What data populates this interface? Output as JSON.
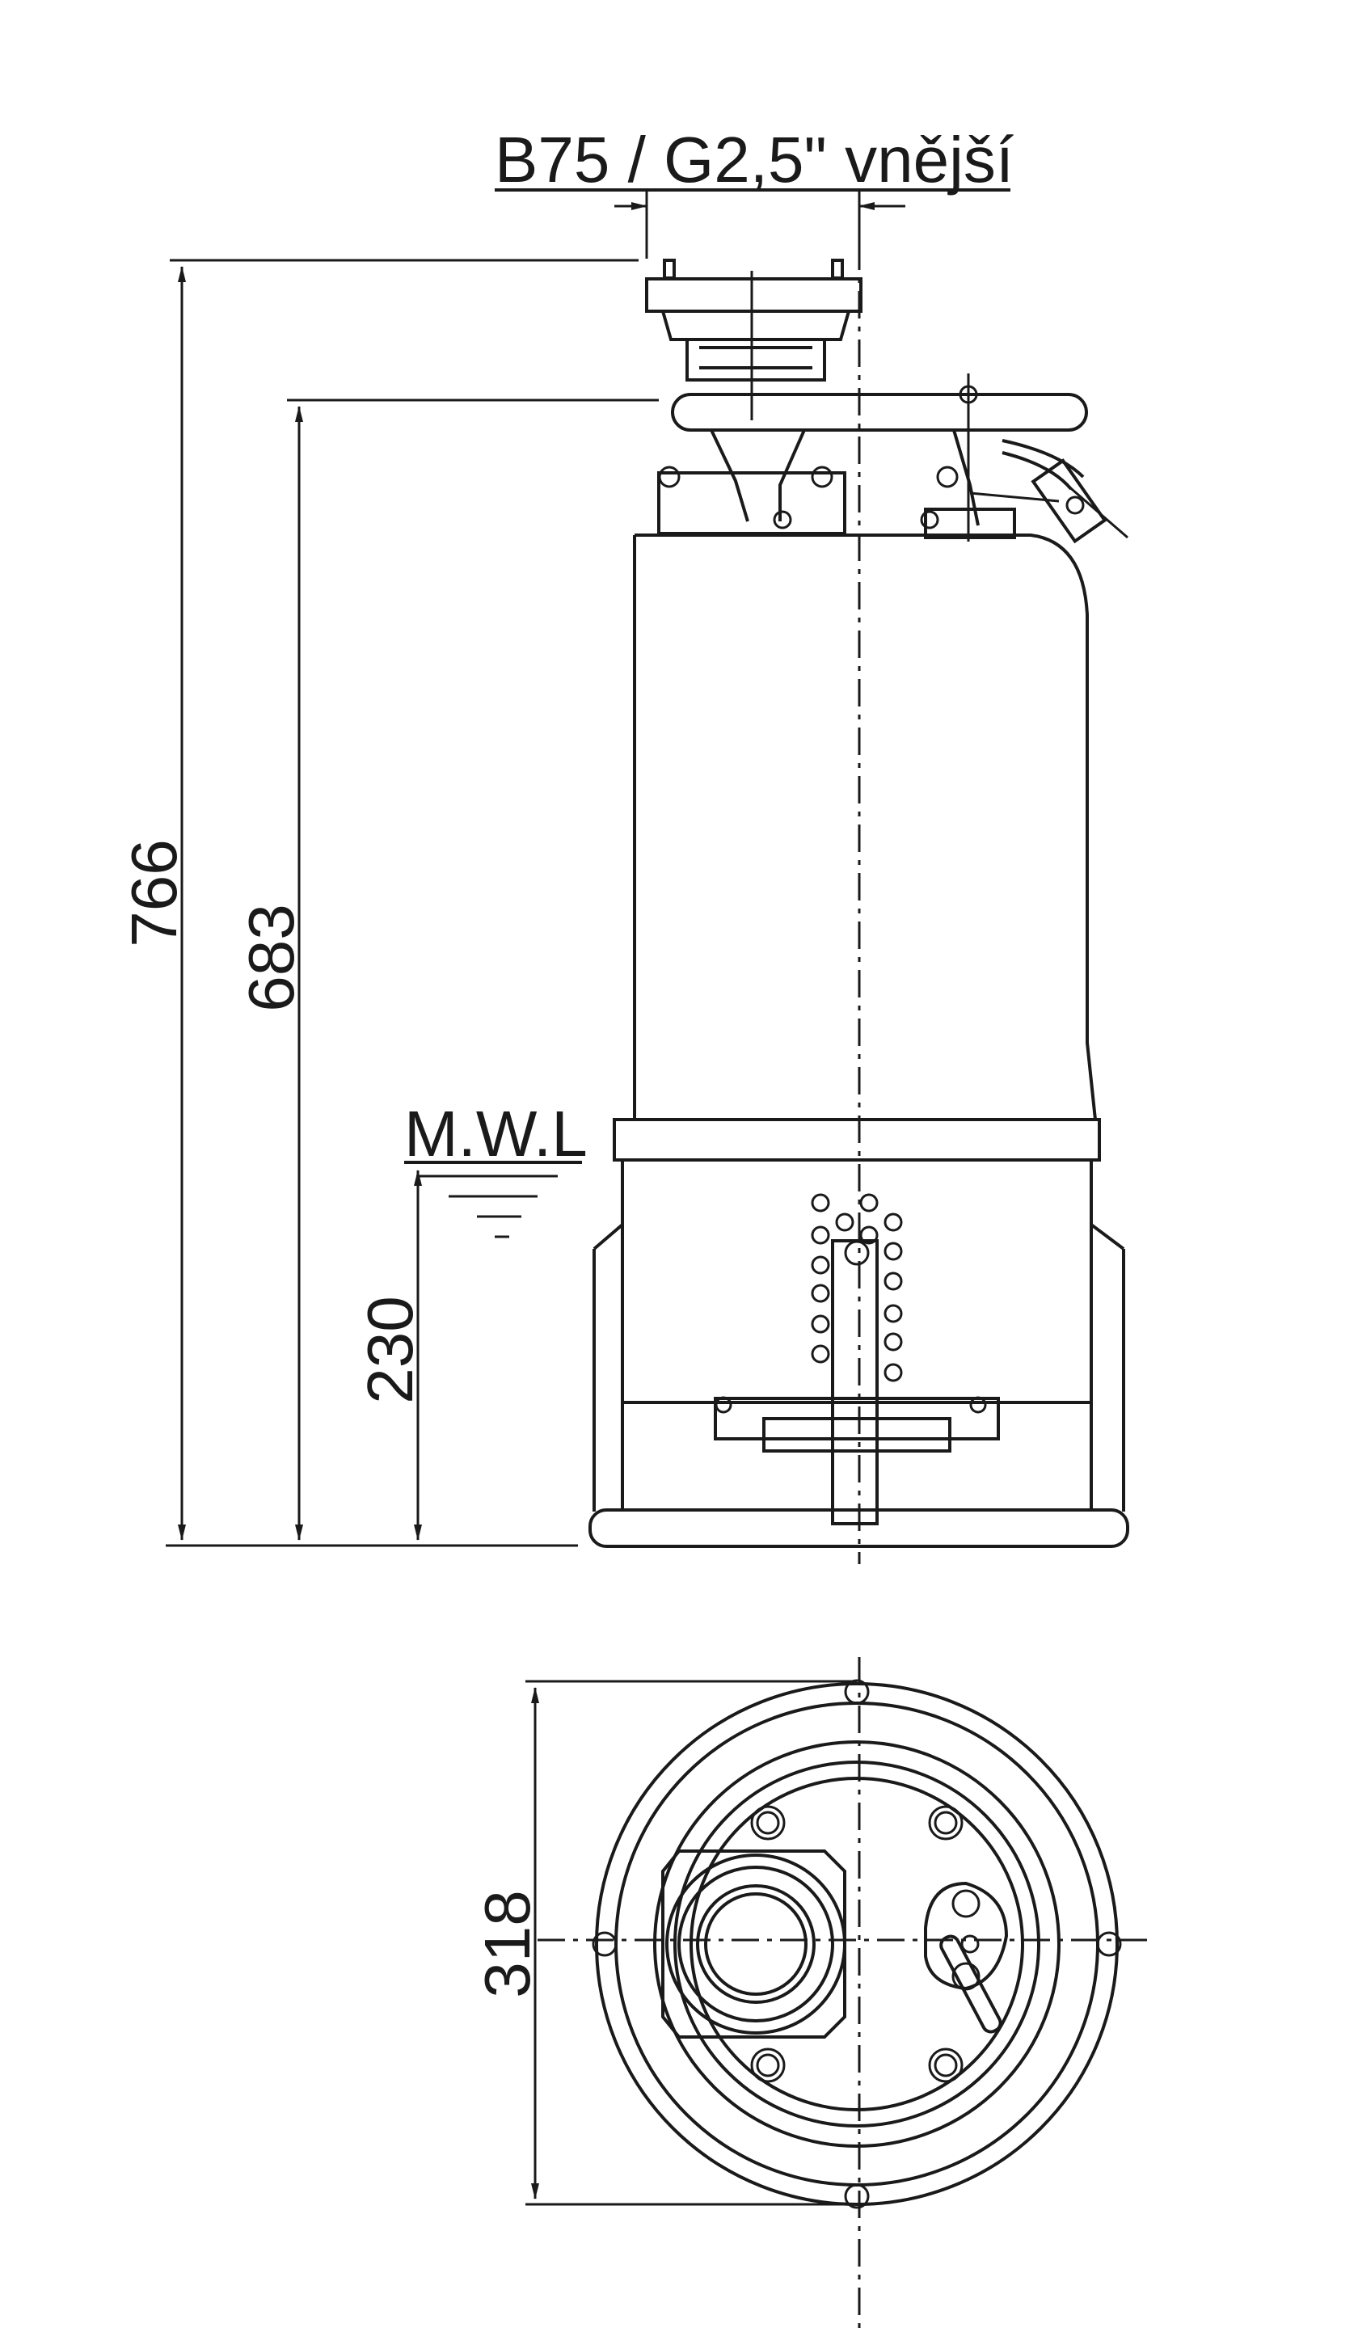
{
  "labels": {
    "outlet": "B75 / G2,5\" vnější",
    "mwl": "M.W.L"
  },
  "dimensions": {
    "total_height": "766",
    "body_height": "683",
    "min_water_level": "230",
    "base_diameter": "318"
  },
  "colors": {
    "ink": "#1a1a1a",
    "background": "#ffffff"
  }
}
